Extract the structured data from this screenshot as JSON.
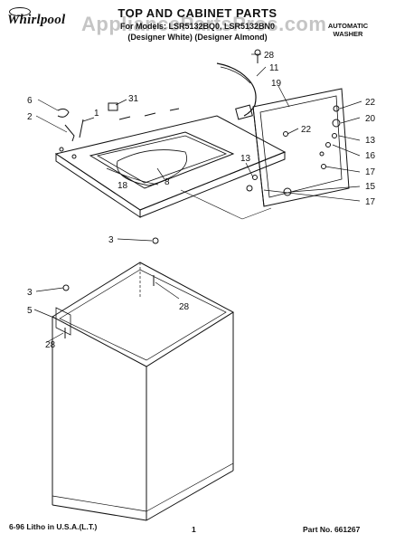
{
  "header": {
    "brand": "Whirlpool",
    "title": "TOP AND CABINET PARTS",
    "subtitle_models": "For Models: LSR5132BQ0, LSR5132BN0",
    "subtitle_colors": "(Designer White)  (Designer Almond)",
    "right_line1": "AUTOMATIC",
    "right_line2": "WASHER",
    "watermark": "AppliancePartsPros.com"
  },
  "footer": {
    "litho": "6-96 Litho in U.S.A.(L.T.)",
    "page": "1",
    "part_no": "Part No. 661267"
  },
  "callouts": [
    "28",
    "11",
    "19",
    "22",
    "20",
    "13",
    "16",
    "17",
    "15",
    "17",
    "22",
    "13",
    "6",
    "31",
    "1",
    "2",
    "8",
    "18",
    "3",
    "28",
    "3",
    "5",
    "28"
  ]
}
